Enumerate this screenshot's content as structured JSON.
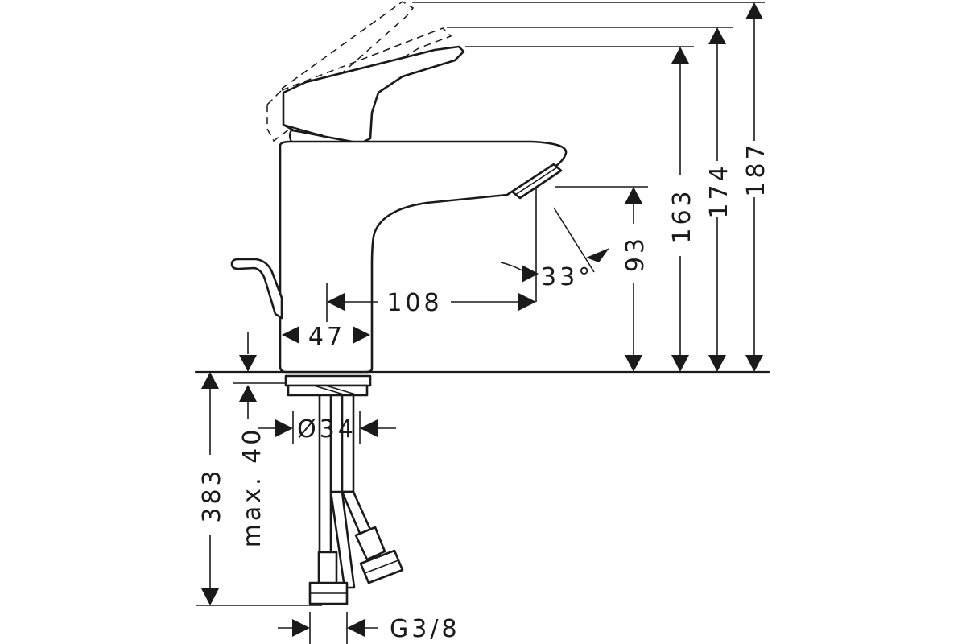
{
  "dimensions": {
    "height_total": "187",
    "height_lever": "174",
    "height_spout": "163",
    "outlet_height": "93",
    "spray_angle": "33°",
    "spout_reach": "108",
    "body_width": "47",
    "hole_diameter": "Ø34",
    "max_thickness": "max. 40",
    "hose_length": "383",
    "connection_thread": "G3/8"
  }
}
